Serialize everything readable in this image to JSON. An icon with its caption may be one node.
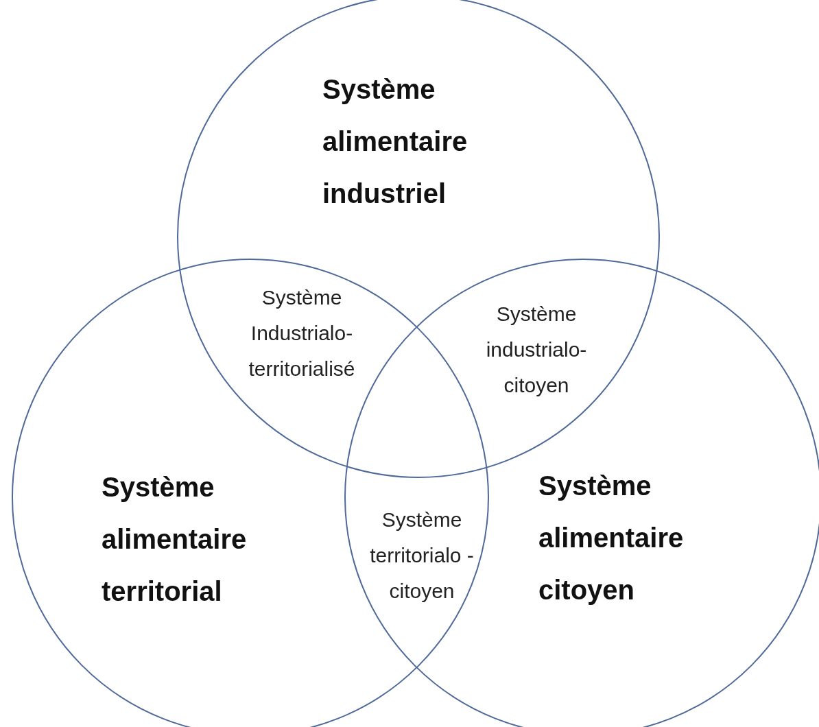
{
  "diagram": {
    "nodes": [
      {
        "text": [
          "Système alimentaire industriel"
        ]
      },
      {
        "text": [
          "Système alimentaire territorial"
        ]
      },
      {
        "text": [
          "Système alimentaire citoyen"
        ]
      }
    ],
    "labels": [
      "Système Industrialo- territorialisé",
      "Système industrialo- citoyen",
      "Système territorialo -citoyen"
    ]
  }
}
